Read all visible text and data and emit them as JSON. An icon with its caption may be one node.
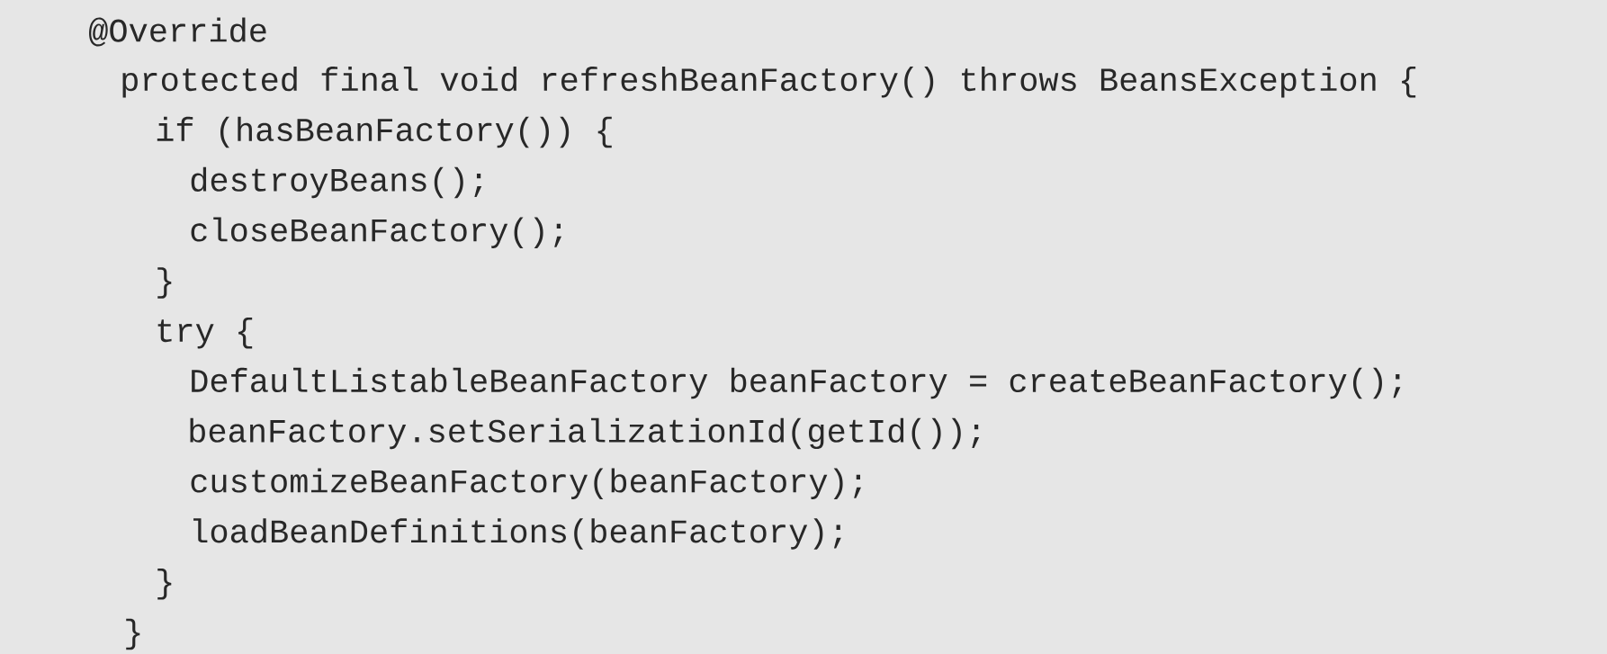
{
  "diagram": {
    "labels": [
      "@Override",
      "protected final void refreshBeanFactory() throws BeansException {",
      "if (hasBeanFactory()) {",
      "destroyBeans();",
      "closeBeanFactory();",
      "}",
      "try {",
      "DefaultListableBeanFactory beanFactory = createBeanFactory();",
      "beanFactory.setSerializationId(getId());",
      "customizeBeanFactory(beanFactory);",
      "loadBeanDefinitions(beanFactory);",
      "}",
      "}"
    ]
  }
}
